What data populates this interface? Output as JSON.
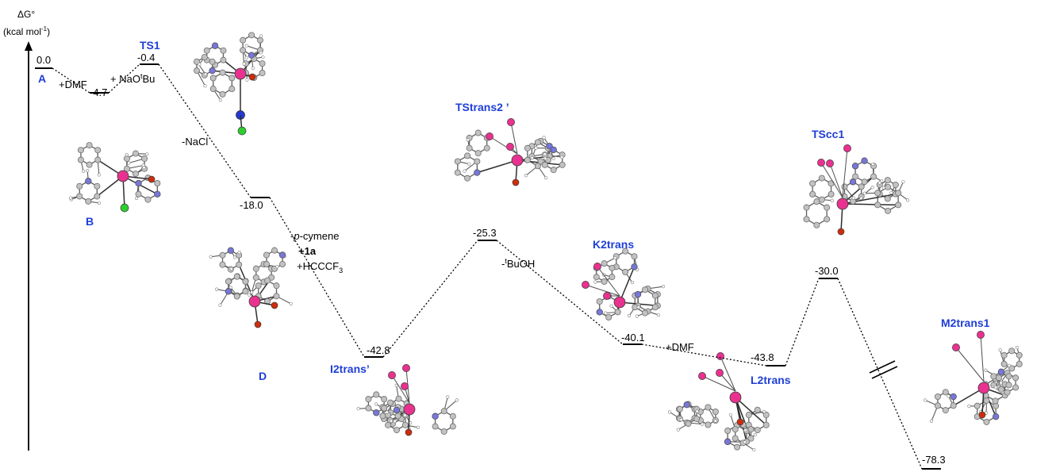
{
  "axis": {
    "title": "ΔG°",
    "unit_pre": "(kcal mol",
    "unit_sup": "-1",
    "unit_post": ")"
  },
  "species": {
    "A": "A",
    "TS1": "TS1",
    "B": "B",
    "D": "D",
    "I2trans": "I2trans’",
    "TStrans2": "TStrans2 ’",
    "K2trans": "K2trans",
    "L2trans": "L2trans",
    "TScc1": "TScc1",
    "M2trans1": "M2trans1"
  },
  "energies": {
    "A": "0.0",
    "int1": "-4.7",
    "TS1": "-0.4",
    "int2": "-18.0",
    "I2trans": "-42.8",
    "TStrans2": "-25.3",
    "int3": "-40.1",
    "L2trans": "-43.8",
    "TScc1": "-30.0",
    "M2trans1": "-78.3"
  },
  "steps": {
    "dmf1": "+DMF",
    "naotbu_pre": "+ NaO",
    "naotbu_sup": "t",
    "naotbu_post": "Bu",
    "nacl": "-NaCl",
    "pcymene_pre": "-",
    "pcymene_it": "p",
    "pcymene_post": "-cymene",
    "one_a": "+1a",
    "hcccf3_pre": "+HCCCF",
    "hcccf3_sub": "3",
    "tbuoh_pre": "-",
    "tbuoh_sup": "t",
    "tbuoh_post": "BuOH",
    "dmf2": "+DMF"
  },
  "colors": {
    "label_blue": "#1f3fd6",
    "ru": "#e8288a",
    "f": "#e8288a",
    "o": "#cc2200",
    "n": "#7070d8",
    "cl": "#22cc22",
    "na": "#1a2fd0",
    "c": "#bfbfbf"
  }
}
